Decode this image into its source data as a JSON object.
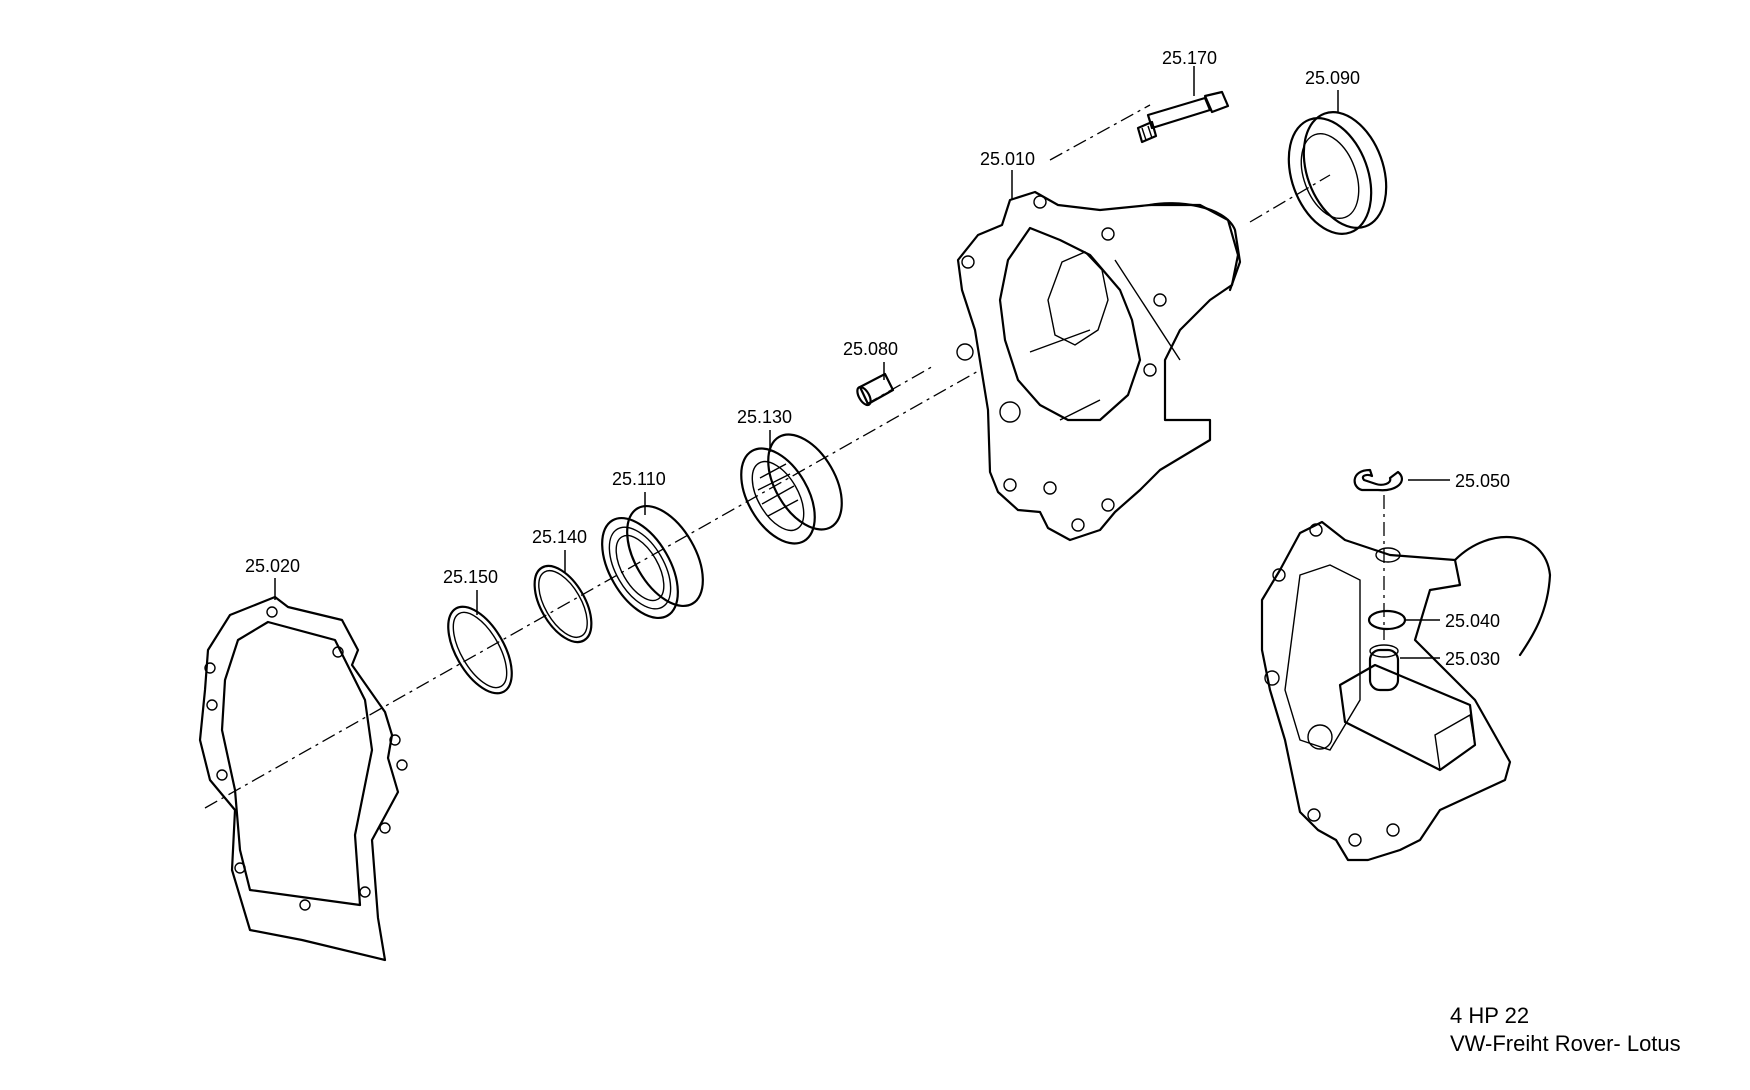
{
  "parts": [
    {
      "id": "25.010"
    },
    {
      "id": "25.020"
    },
    {
      "id": "25.030"
    },
    {
      "id": "25.040"
    },
    {
      "id": "25.050"
    },
    {
      "id": "25.080"
    },
    {
      "id": "25.090"
    },
    {
      "id": "25.110"
    },
    {
      "id": "25.130"
    },
    {
      "id": "25.140"
    },
    {
      "id": "25.150"
    },
    {
      "id": "25.170"
    }
  ],
  "caption": {
    "line1": "4 HP 22",
    "line2": "VW-Freiht Rover- Lotus"
  }
}
